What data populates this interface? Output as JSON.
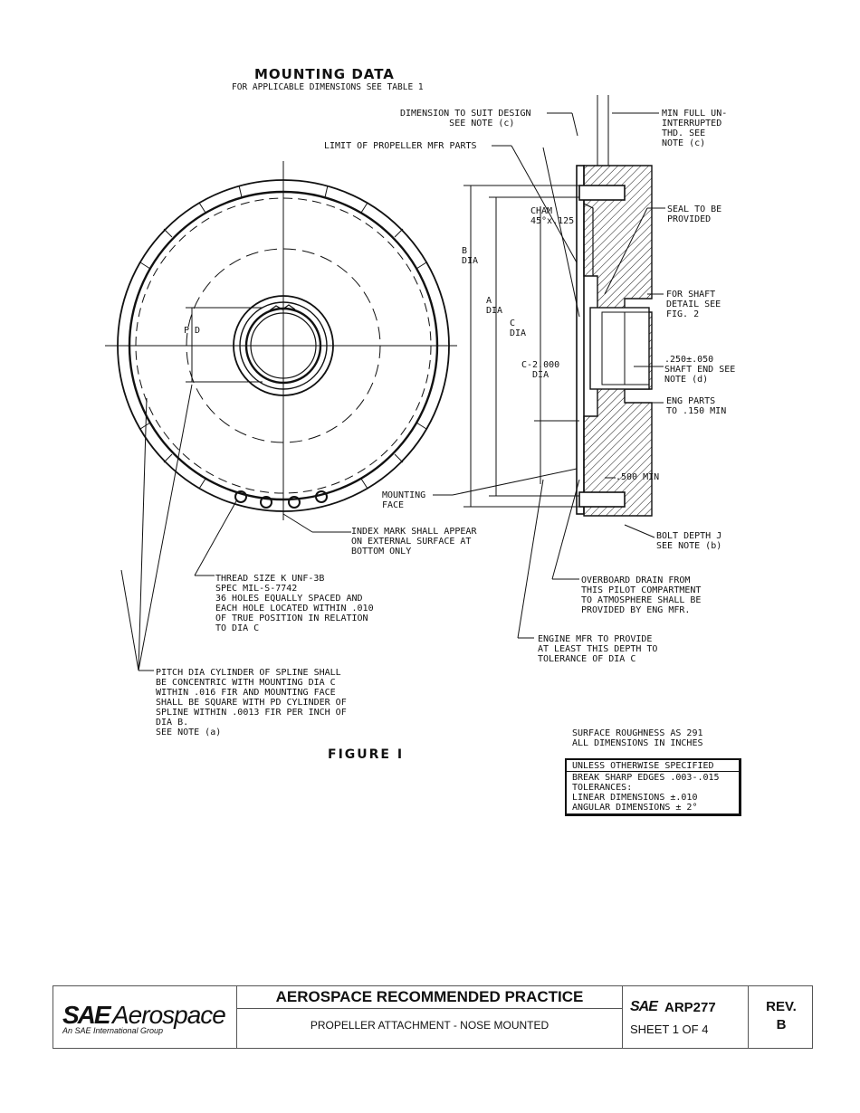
{
  "drawing": {
    "title": "MOUNTING  DATA",
    "subtitle": "FOR APPLICABLE DIMENSIONS SEE TABLE 1",
    "figure_label": "FIGURE I",
    "labels": {
      "dim_suit": "DIMENSION TO SUIT DESIGN\n         SEE NOTE (c)",
      "limit_prop": "LIMIT OF PROPELLER MFR PARTS",
      "min_full": "MIN FULL UN-\nINTERRUPTED\nTHD. SEE\nNOTE (c)",
      "seal": "SEAL TO BE\nPROVIDED",
      "cham": "CHAM\n45°x.125",
      "b_dia": "B\nDIA",
      "a_dia": "A\nDIA",
      "c_dia": "C\nDIA",
      "c2_dia": "C-2.000\n  DIA",
      "pd": "P D",
      "for_shaft": "FOR SHAFT\nDETAIL SEE\nFIG. 2",
      "shaft_end": ".250±.050\nSHAFT END SEE\nNOTE (d)",
      "eng_parts": "ENG PARTS\nTO .150 MIN",
      "min500": ".500 MIN",
      "mounting_face": "MOUNTING\nFACE",
      "index_mark": "INDEX MARK SHALL APPEAR\nON EXTERNAL SURFACE AT\nBOTTOM ONLY",
      "bolt_depth": "BOLT DEPTH J\nSEE NOTE (b)",
      "thread": "THREAD SIZE K UNF-3B\nSPEC MIL-S-7742\n36 HOLES EQUALLY SPACED AND\nEACH HOLE LOCATED WITHIN .010\nOF TRUE POSITION IN RELATION\nTO DIA C",
      "overboard": "OVERBOARD DRAIN FROM\nTHIS PILOT COMPARTMENT\nTO ATMOSPHERE SHALL BE\nPROVIDED BY ENG MFR.",
      "engine_mfr": "ENGINE MFR TO PROVIDE\nAT LEAST THIS DEPTH TO\nTOLERANCE OF DIA C",
      "pitch": "PITCH DIA CYLINDER OF SPLINE SHALL\nBE CONCENTRIC WITH MOUNTING DIA C\nWITHIN .016 FIR AND MOUNTING FACE\nSHALL BE SQUARE WITH PD CYLINDER OF\nSPLINE WITHIN .0013 FIR PER INCH OF\nDIA B.\nSEE NOTE (a)",
      "surface": "SURFACE ROUGHNESS AS 291\nALL DIMENSIONS IN INCHES"
    },
    "tolerance_box": {
      "header": "UNLESS OTHERWISE SPECIFIED",
      "body": "BREAK SHARP EDGES .003-.015\nTOLERANCES:\nLINEAR DIMENSIONS ±.010\nANGULAR DIMENSIONS ± 2°"
    }
  },
  "footer": {
    "logo_sae": "SAE",
    "logo_aerospace": "Aerospace",
    "logo_tagline": "An SAE International Group",
    "doc_type": "AEROSPACE RECOMMENDED PRACTICE",
    "doc_title": "PROPELLER ATTACHMENT - NOSE MOUNTED",
    "doc_prefix": "SAE",
    "doc_number": "ARP277",
    "sheet": "SHEET 1 OF 4",
    "rev_label": "REV.",
    "rev_value": "B"
  }
}
